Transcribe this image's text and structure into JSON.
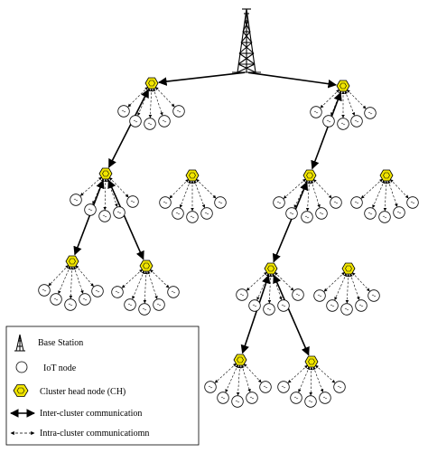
{
  "legend": {
    "base_station": "Base Station",
    "iot_node": "IoT node",
    "cluster_head": "Cluster head node (CH)",
    "inter_cluster": "Inter-cluster communication",
    "intra_cluster": "Intra-cluster communicatiomn"
  },
  "colors": {
    "cluster_head_fill": "#f2e600",
    "line": "#000000",
    "background": "#ffffff"
  },
  "icons": {
    "base_station": "tower-icon",
    "iot_node": "circle-icon",
    "cluster_head": "hexagon-icon"
  }
}
